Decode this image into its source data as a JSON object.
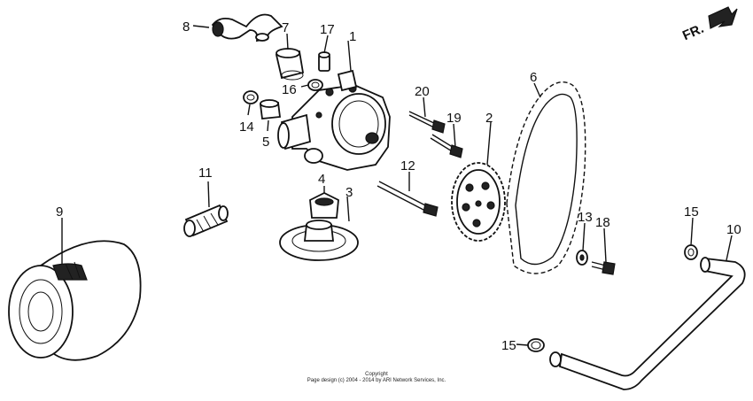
{
  "diagram": {
    "callouts": [
      "1",
      "2",
      "3",
      "4",
      "5",
      "6",
      "7",
      "8",
      "9",
      "10",
      "11",
      "12",
      "13",
      "14",
      "15",
      "15",
      "16",
      "17",
      "18",
      "19",
      "20"
    ],
    "front_arrow_label": "FR.",
    "copyright_line1": "Copyright",
    "copyright_line2": "Page design (c) 2004 - 2014 by ARI Network Services, Inc."
  },
  "colors": {
    "ink": "#111111",
    "background": "#ffffff"
  },
  "icons": [
    "front-direction-arrow-icon"
  ]
}
